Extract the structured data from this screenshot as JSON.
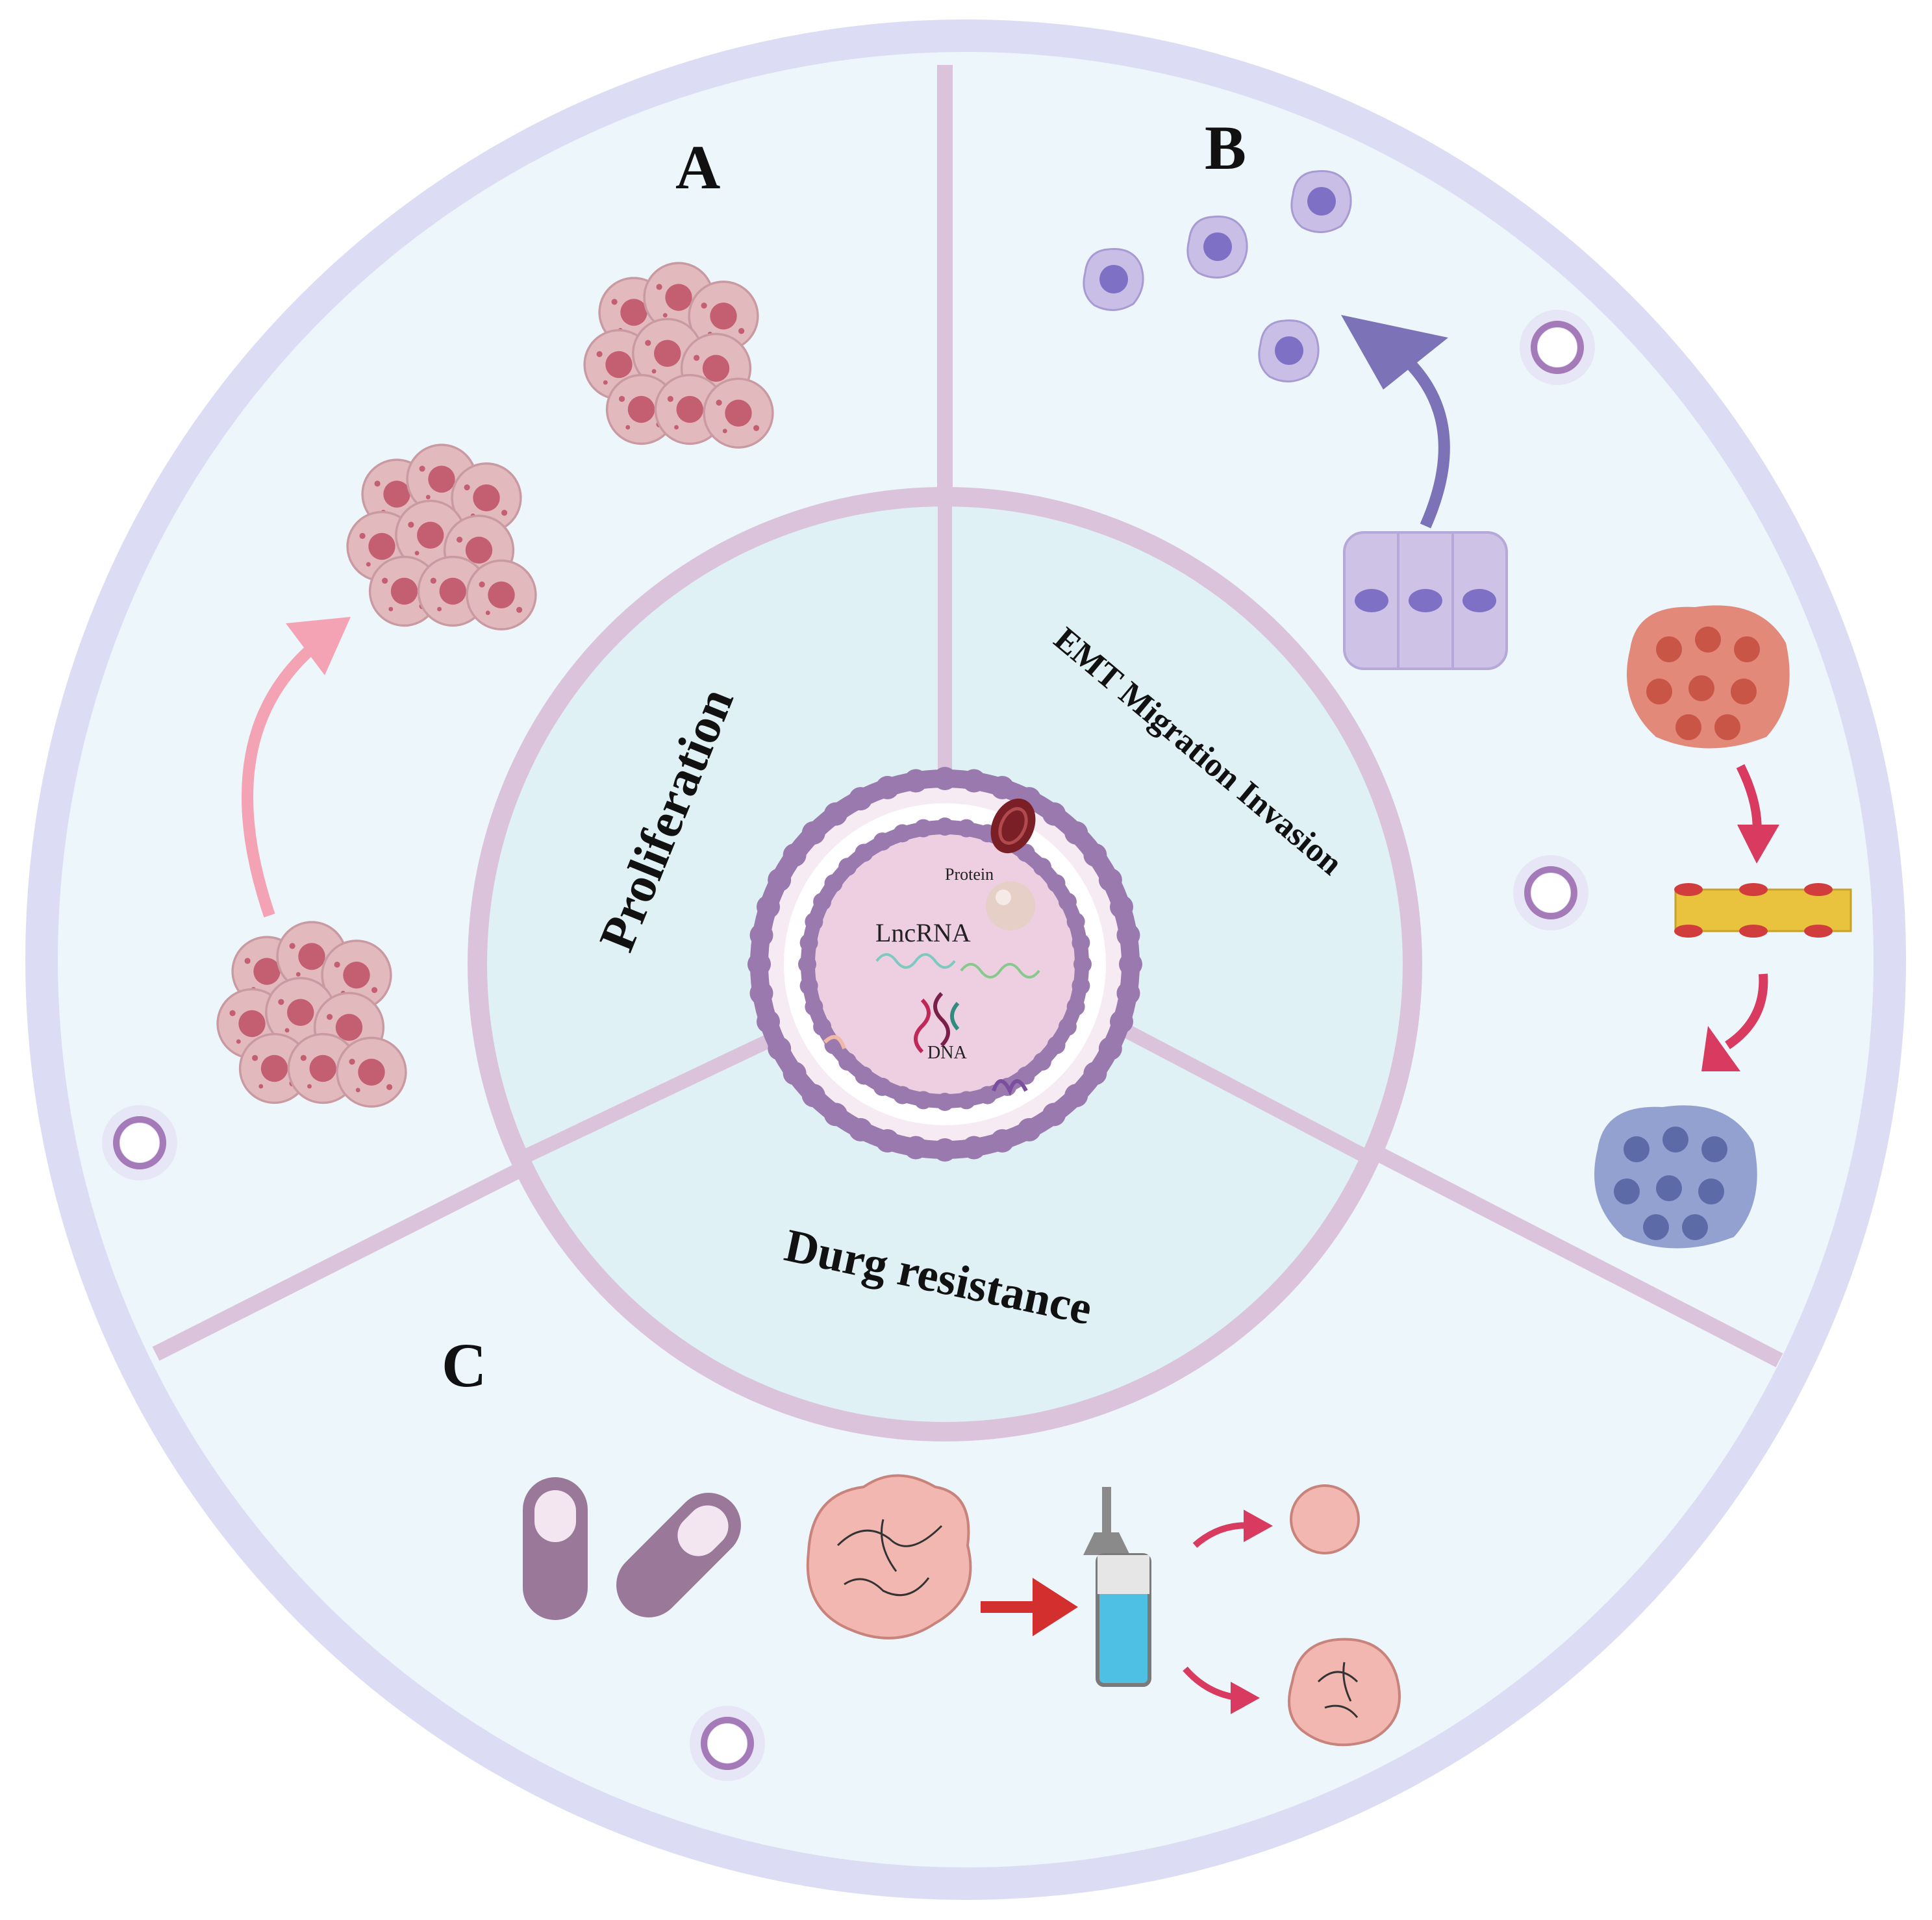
{
  "panels": {
    "a": {
      "letter": "A",
      "title": "Proliferation"
    },
    "b": {
      "letter": "B",
      "title": "EMT Migration Invasion"
    },
    "c": {
      "letter": "C",
      "title": "Durg resistance"
    }
  },
  "center": {
    "lncrna_label": "LncRNA",
    "protein_label": "Protein",
    "dna_label": "DNA"
  },
  "colors": {
    "outer_ring": "#dcdcf5",
    "sector_fill": "#edf7fb",
    "inner_disc": "#dff1f4",
    "divider": "#dbc3dc",
    "membrane_head": "#9a7aae",
    "membrane_fill": "#eecfe2",
    "proliferation_cell": "#e2b9bd",
    "proliferation_nucleus": "#c45f72",
    "proliferation_arrow": "#f4a3b4",
    "emt_cell": "#c9bfe6",
    "emt_nucleus": "#7e70c4",
    "emt_arrow": "#7b72b8",
    "invasion_cell_top": "#e3897a",
    "invasion_cell_bottom": "#93a1d0",
    "vessel": "#e9c23e",
    "red_arrow": "#d93a5f",
    "capsule": "#9a789a",
    "tumor": "#f2b7b0",
    "vial_liquid": "#4ec0e3",
    "vial_glass": "#8a8a8a"
  }
}
